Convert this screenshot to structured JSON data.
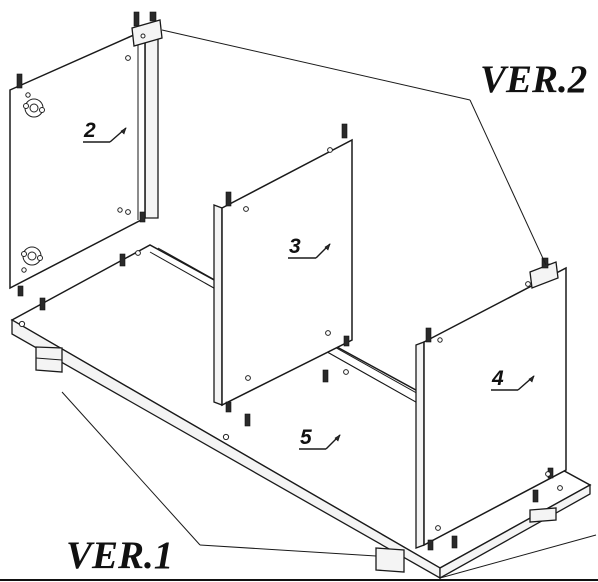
{
  "labels": {
    "ver_top": "VER.2",
    "ver_bottom": "VER.1"
  },
  "parts": [
    {
      "id": "left-side-panel",
      "number": "2"
    },
    {
      "id": "middle-divider-panel",
      "number": "3"
    },
    {
      "id": "right-side-panel",
      "number": "4"
    },
    {
      "id": "base-panel",
      "number": "5"
    }
  ]
}
